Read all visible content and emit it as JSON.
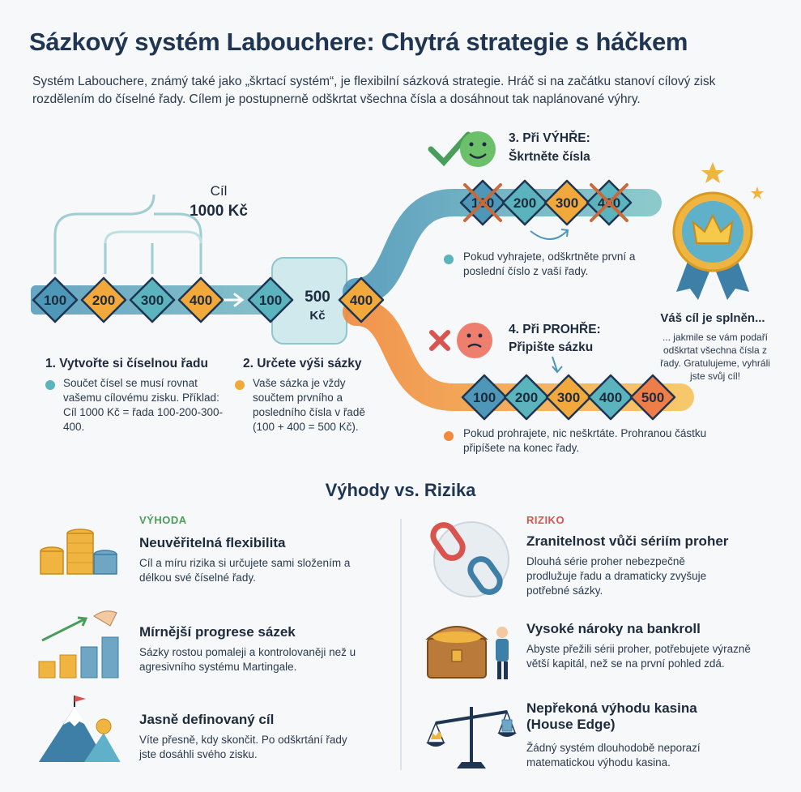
{
  "title": "Sázkový systém Labouchere: Chytrá strategie s háčkem",
  "intro": "Systém Labouchere, známý také jako „škrtací systém“, je flexibilní sázková strategie. Hráč si na začátku stanoví cílový zisk rozdělením do číselné řady. Cílem je postupnerně odškrtat všechna čísla a dosáhnout tak naplánované výhry.",
  "goal": {
    "label": "Cíl",
    "amount": "1000 Kč"
  },
  "sequence": [
    "100",
    "200",
    "300",
    "400"
  ],
  "stake": {
    "first": "100",
    "sum_line1": "500",
    "sum_line2": "Kč",
    "last": "400"
  },
  "step1": {
    "title": "1. Vytvořte si číselnou řadu",
    "text": "Součet čísel se musí rovnat vašemu cílovému zisku. Příklad: Cíl 1000 Kč = řada 100-200-300-400."
  },
  "step2": {
    "title": "2. Určete výši sázky",
    "text": "Vaše sázka je vždy součtem prvního a posledního čísla v řadě (100 + 400 = 500 Kč)."
  },
  "step3": {
    "title_line1": "3. Při VÝHŘE:",
    "title_line2": "Škrtněte čísla",
    "numbers": [
      "100",
      "200",
      "300",
      "400"
    ],
    "text": "Pokud vyhrajete, odškrtněte první a poslední číslo z vaší řady."
  },
  "step4": {
    "title_line1": "4. Při PROHŘE:",
    "title_line2": "Připište sázku",
    "numbers": [
      "100",
      "200",
      "300",
      "400",
      "500"
    ],
    "text": "Pokud prohrajete, nic neškrtáte. Prohranou částku připíšete na konec řady."
  },
  "goal_done": {
    "title": "Váš cíl je splněn...",
    "text": "... jakmile se vám podaří odškrtat všechna čísla z řady. Gratulujeme, vyhráli jste svůj cíl!"
  },
  "section_title": "Výhody vs. Rizika",
  "advantages": {
    "tag": "VÝHODA",
    "items": [
      {
        "title": "Neuvěřitelná flexibilita",
        "text": "Cíl a míru rizika si určujete sami složením a délkou své číselné řady."
      },
      {
        "title": "Mírnější progrese sázek",
        "text": "Sázky rostou pomaleji a kontrolovaněji než u agresivního systému Martingale."
      },
      {
        "title": "Jasně definovaný cíl",
        "text": "Víte přesně, kdy skončit. Po odškrtání řady jste dosáhli svého zisku."
      }
    ]
  },
  "risks": {
    "tag": "RIZIKO",
    "items": [
      {
        "title": "Zranitelnost vůči sériím proher",
        "text": "Dlouhá série proher nebezpečně prodlužuje řadu a dramaticky zvyšuje potřebné sázky."
      },
      {
        "title": "Vysoké nároky na bankroll",
        "text": "Abyste přežili sérii proher, potřebujete výrazně větší kapitál, než se na první pohled zdá."
      },
      {
        "title": "Nepřekoná výhodu kasina (House Edge)",
        "text": "Žádný systém dlouhodobě neporazí matematickou výhodu kasina."
      }
    ]
  },
  "colors": {
    "teal": "#5ab3bd",
    "orange": "#f2a93b",
    "blue": "#2f6f9f",
    "green": "#4a9e5c",
    "red": "#d9534f",
    "dark": "#1f3552"
  }
}
